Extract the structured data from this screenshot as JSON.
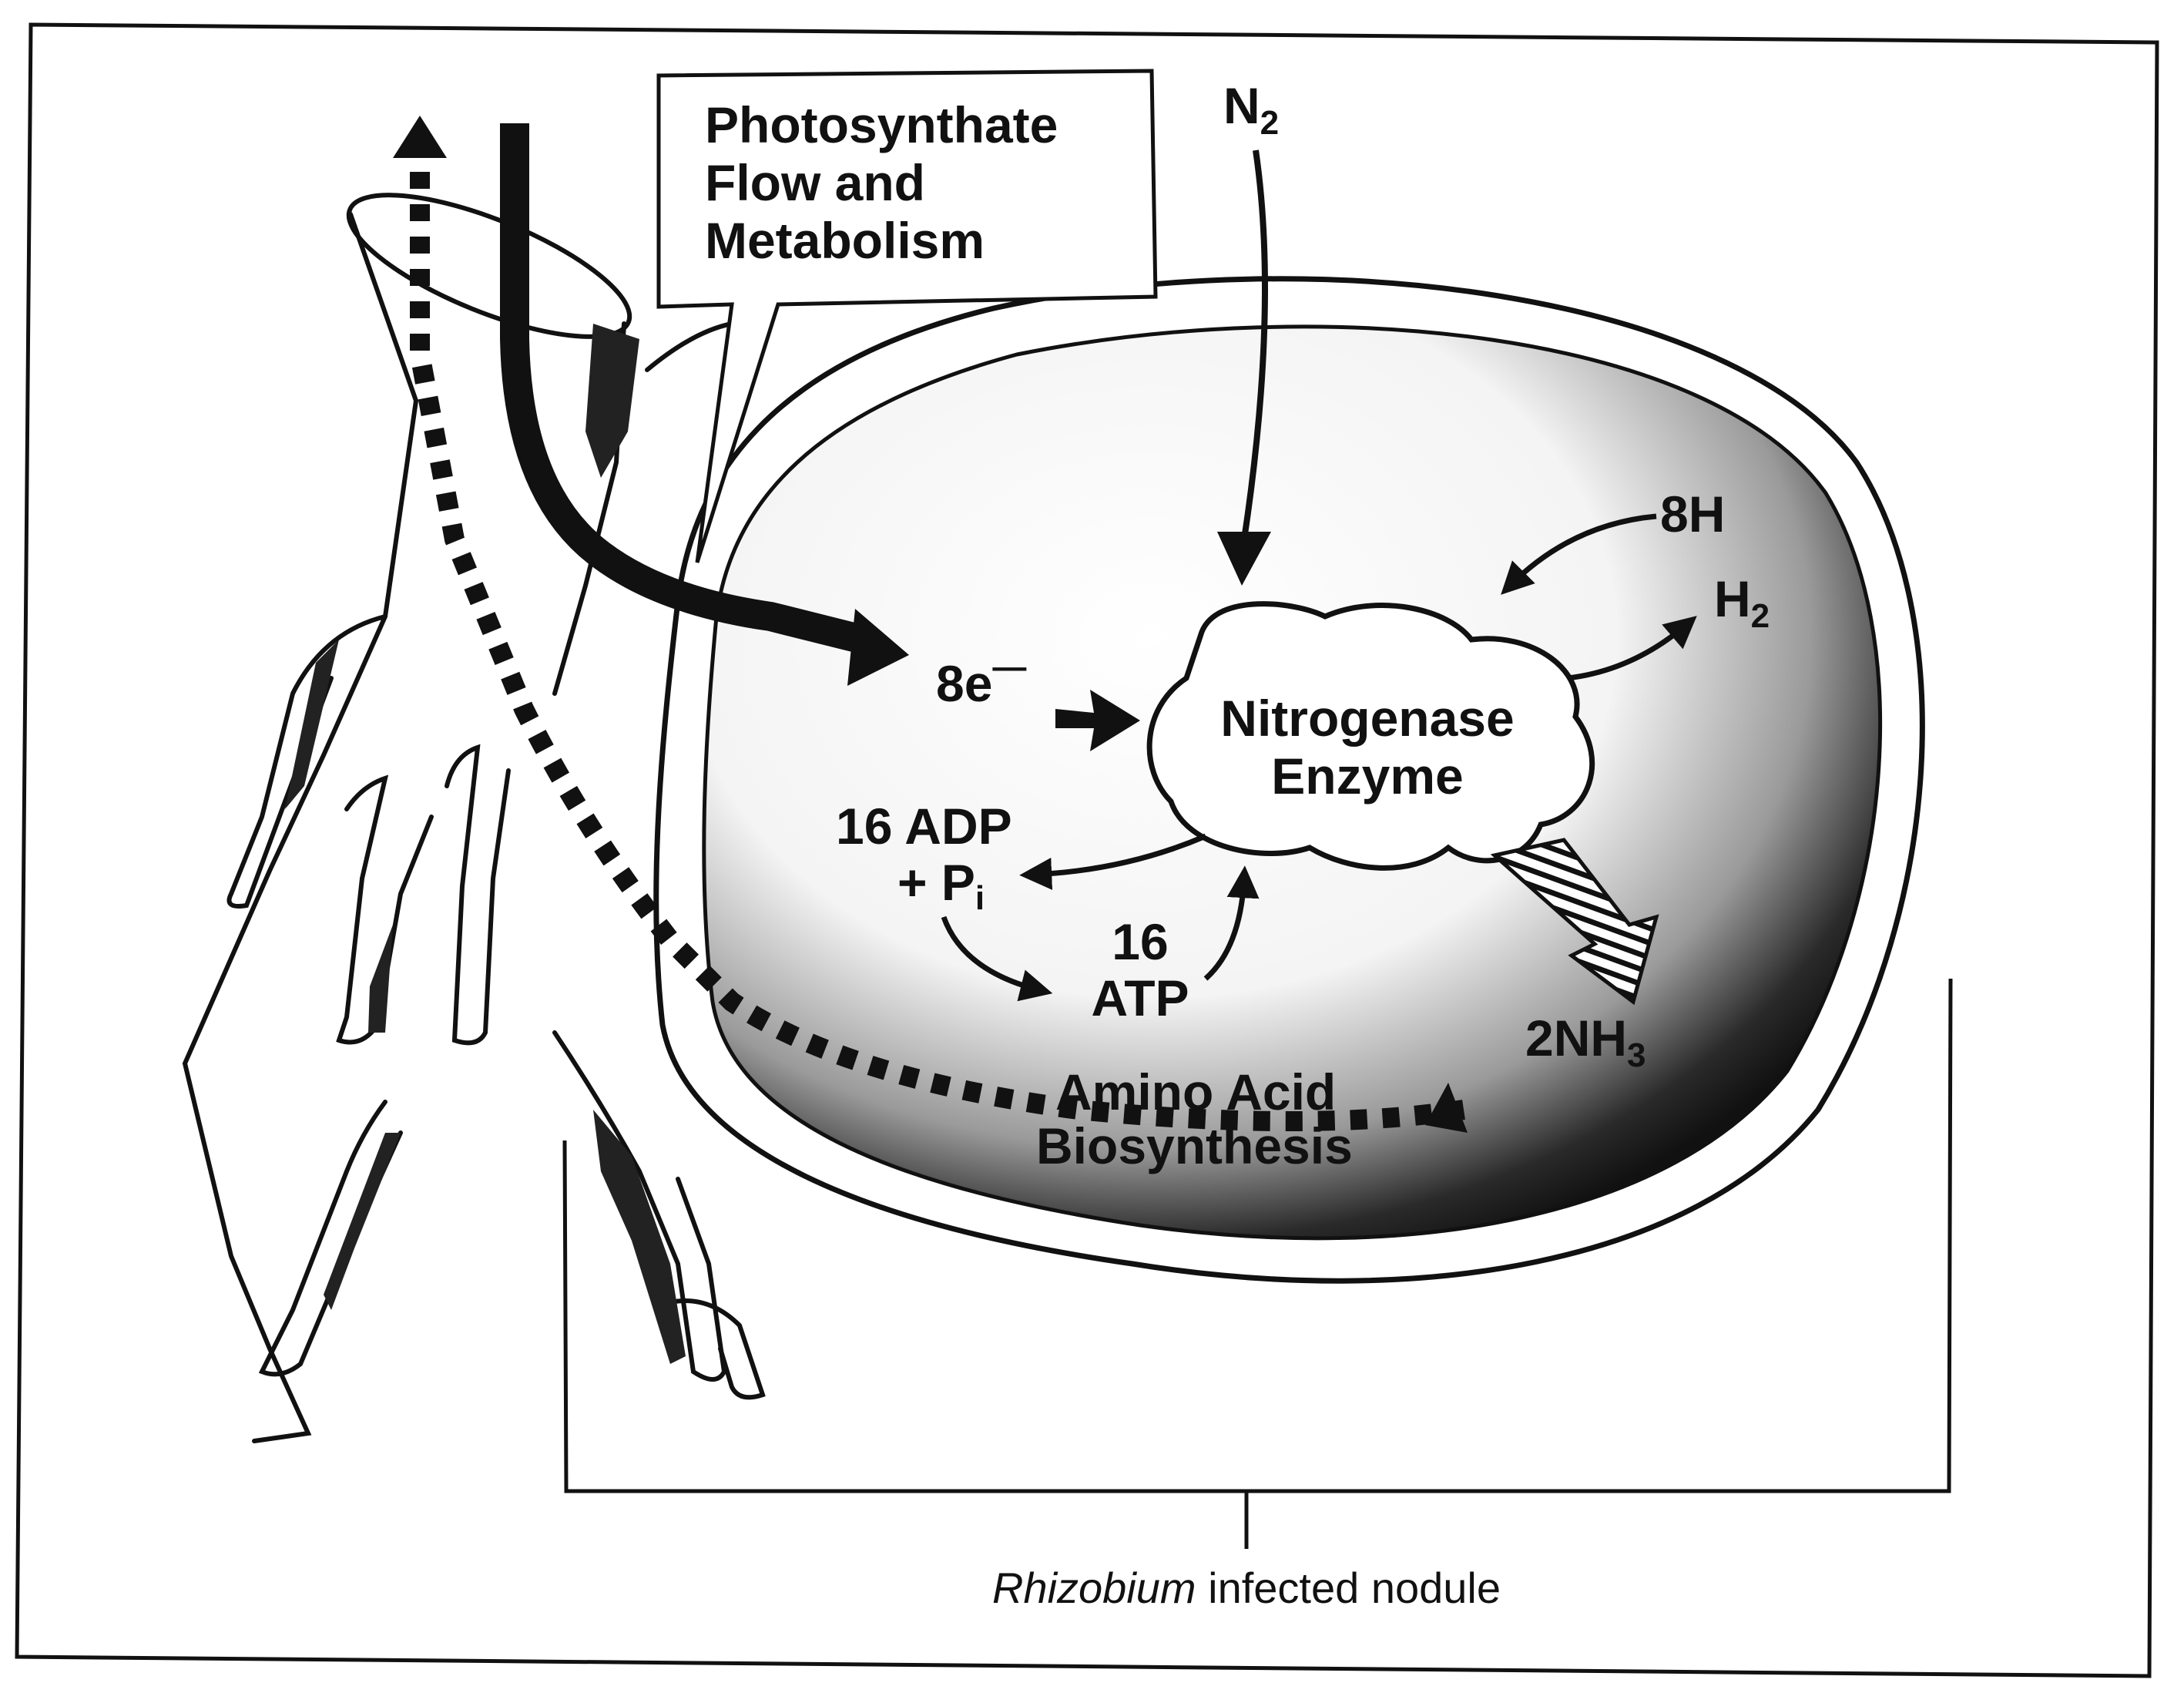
{
  "callout": {
    "line1": "Photosynthate",
    "line2": "Flow and",
    "line3": "Metabolism"
  },
  "n2": {
    "base": "N",
    "sub": "2"
  },
  "enzyme": {
    "line1": "Nitrogenase",
    "line2": "Enzyme"
  },
  "electrons": {
    "base": "8e",
    "sup": "—"
  },
  "hydrogen_in": {
    "text": "8H"
  },
  "hydrogen_out": {
    "base": "H",
    "sub": "2"
  },
  "adp": {
    "line1": "16 ADP",
    "line2": "+ P",
    "line2_sub": "i"
  },
  "atp": {
    "line1": "16",
    "line2": "ATP"
  },
  "ammonia": {
    "base": "2NH",
    "sub": "3"
  },
  "amino": {
    "line1": "Amino Acid",
    "line2": "Biosynthesis"
  },
  "caption": {
    "italic": "Rhizobium",
    "rest": " infected nodule"
  },
  "colors": {
    "ink": "#111111",
    "paper": "#ffffff",
    "shade": "#2a2a2a"
  }
}
